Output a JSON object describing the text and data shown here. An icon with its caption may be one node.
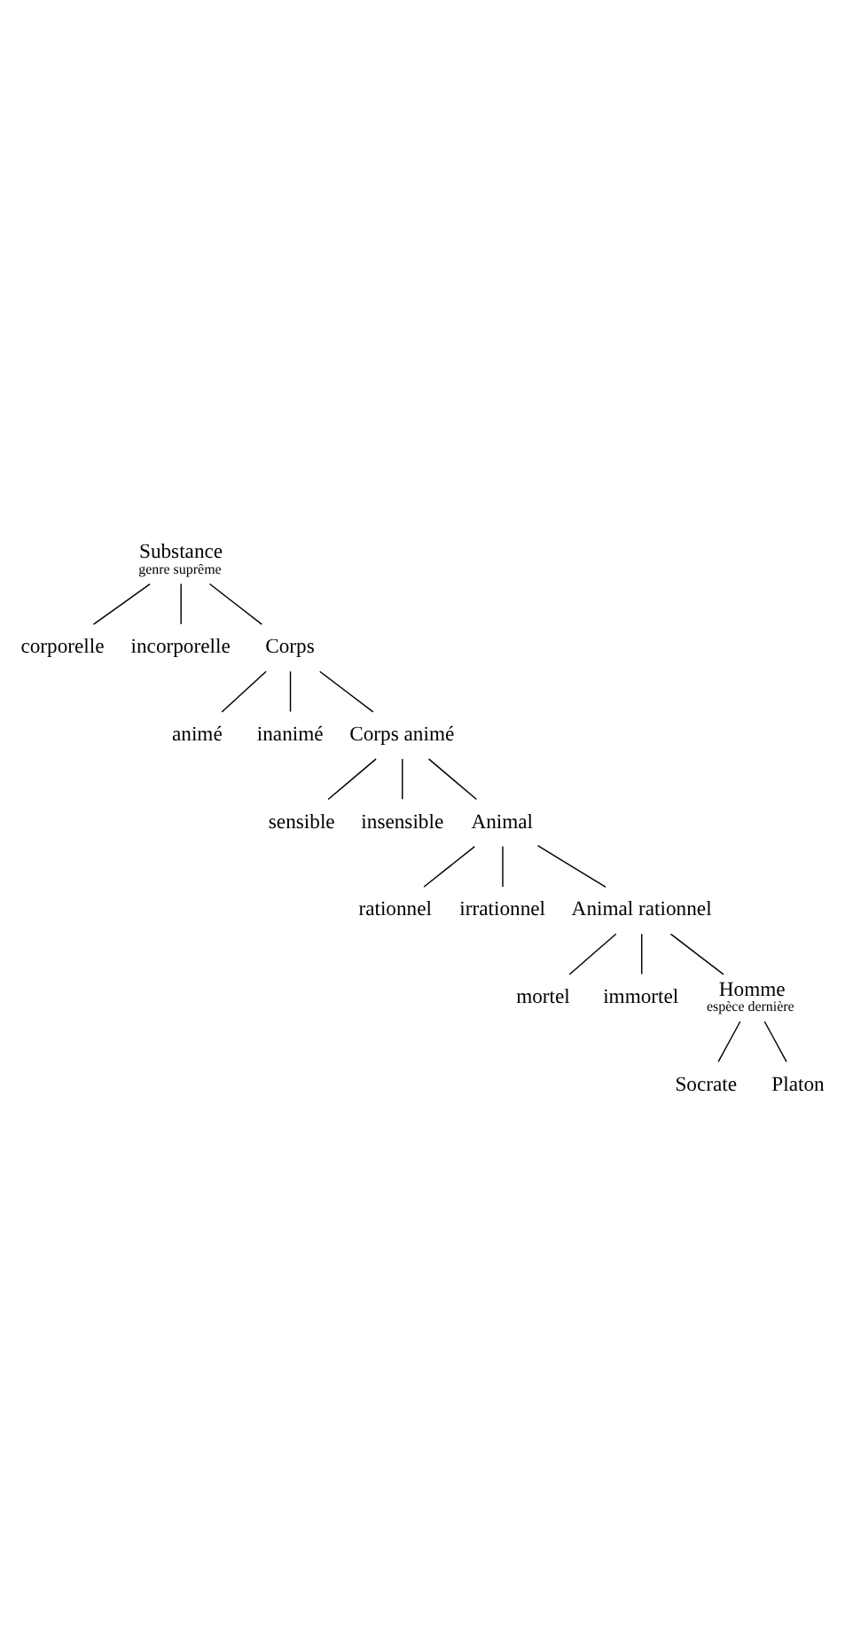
{
  "diagram": {
    "nodes": [
      {
        "text": [
          "Substance",
          "genre suprême"
        ]
      },
      {
        "text": [
          "corporelle"
        ]
      },
      {
        "text": [
          "incorporelle"
        ]
      },
      {
        "text": [
          "Corps"
        ]
      },
      {
        "text": [
          "animé"
        ]
      },
      {
        "text": [
          "inanimé"
        ]
      },
      {
        "text": [
          "Corps animé"
        ]
      },
      {
        "text": [
          "sensible"
        ]
      },
      {
        "text": [
          "insensible"
        ]
      },
      {
        "text": [
          "Animal"
        ]
      },
      {
        "text": [
          "rationnel"
        ]
      },
      {
        "text": [
          "irrationnel"
        ]
      },
      {
        "text": [
          "Animal rationnel"
        ]
      },
      {
        "text": [
          "mortel"
        ]
      },
      {
        "text": [
          "immortel"
        ]
      },
      {
        "text": [
          "Homme",
          "espèce dernière"
        ]
      },
      {
        "text": [
          "Socrate"
        ]
      },
      {
        "text": [
          "Platon"
        ]
      }
    ],
    "edges": [
      {
        "from": 0,
        "to": 1,
        "arrow": "none"
      },
      {
        "from": 0,
        "to": 3,
        "arrow": "none"
      },
      {
        "from": 0,
        "to": 2,
        "arrow": "none"
      },
      {
        "from": 3,
        "to": 4,
        "arrow": "none"
      },
      {
        "from": 3,
        "to": 6,
        "arrow": "none"
      },
      {
        "from": 3,
        "to": 5,
        "arrow": "none"
      },
      {
        "from": 6,
        "to": 7,
        "arrow": "none"
      },
      {
        "from": 6,
        "to": 9,
        "arrow": "none"
      },
      {
        "from": 6,
        "to": 8,
        "arrow": "none"
      },
      {
        "from": 9,
        "to": 10,
        "arrow": "none"
      },
      {
        "from": 9,
        "to": 12,
        "arrow": "none"
      },
      {
        "from": 9,
        "to": 11,
        "arrow": "none"
      },
      {
        "from": 12,
        "to": 13,
        "arrow": "none"
      },
      {
        "from": 12,
        "to": 15,
        "arrow": "none"
      },
      {
        "from": 12,
        "to": 14,
        "arrow": "none"
      },
      {
        "from": 15,
        "to": 16,
        "arrow": "none"
      },
      {
        "from": 15,
        "to": 17,
        "arrow": "none"
      }
    ]
  }
}
